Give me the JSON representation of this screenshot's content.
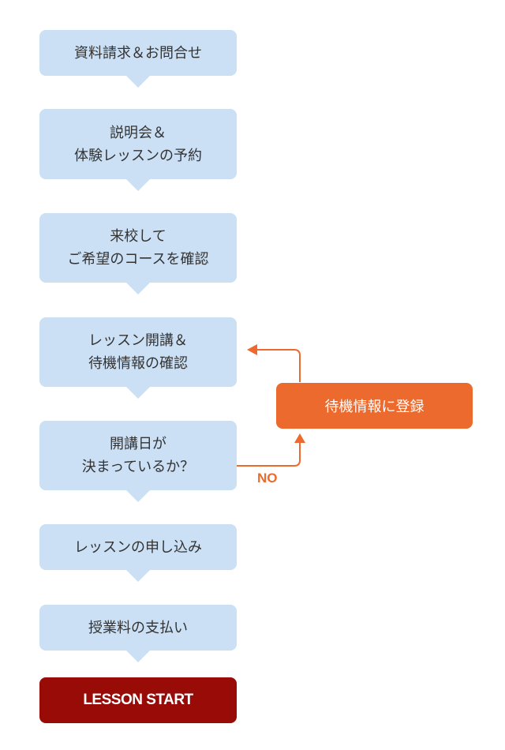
{
  "steps": [
    {
      "lines": [
        "資料請求＆お問合せ"
      ]
    },
    {
      "lines": [
        "説明会＆",
        "体験レッスンの予約"
      ]
    },
    {
      "lines": [
        "来校して",
        "ご希望のコースを確認"
      ]
    },
    {
      "lines": [
        "レッスン開講＆",
        "待機情報の確認"
      ]
    },
    {
      "lines": [
        "開講日が",
        "決まっているか？"
      ]
    },
    {
      "lines": [
        "レッスンの申し込み"
      ]
    },
    {
      "lines": [
        "授業料の支払い"
      ]
    }
  ],
  "start_label": "LESSON START",
  "waitlist_label": "待機情報に登録",
  "no_label": "NO",
  "colors": {
    "step_fill": "#cbe0f5",
    "accent_orange": "#ec6a2d",
    "start_fill": "#980b07",
    "text": "#333333"
  }
}
